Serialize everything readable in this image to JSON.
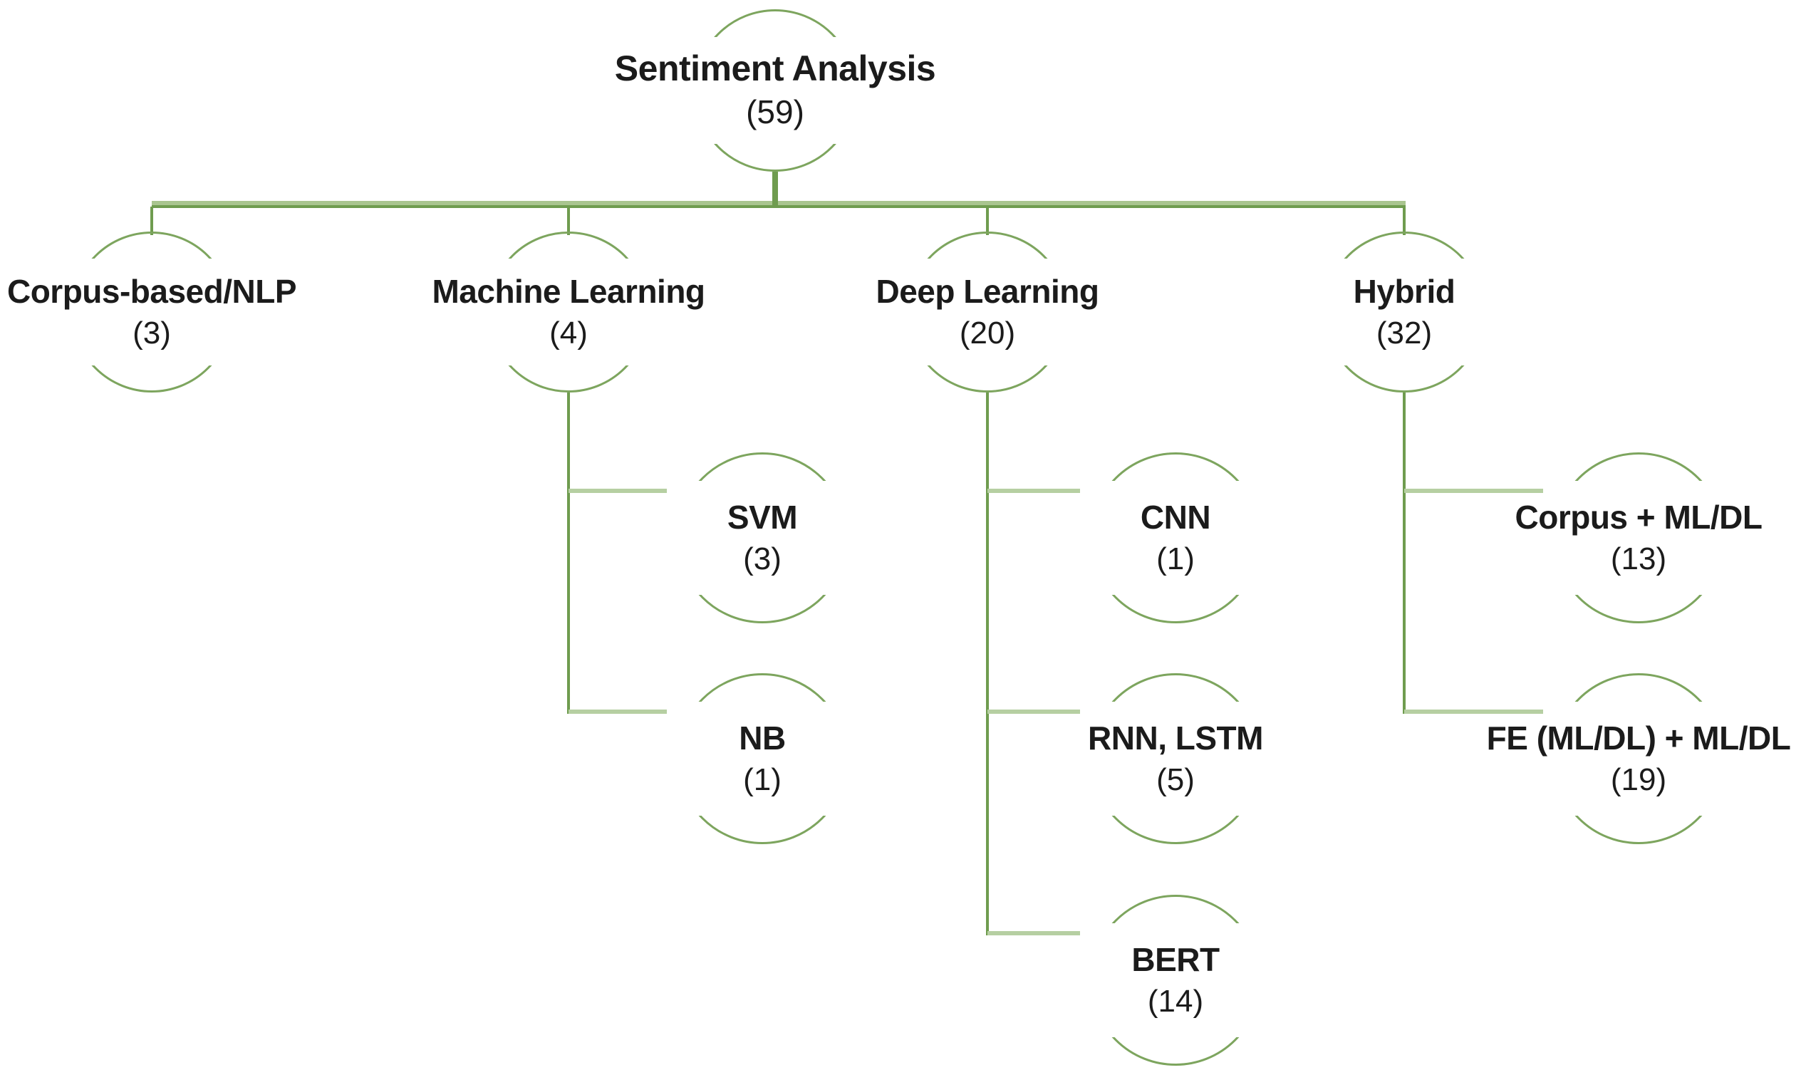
{
  "diagram": {
    "title": "Sentiment Analysis taxonomy tree",
    "type": "hierarchy-tree",
    "colors": {
      "background": "#ffffff",
      "connector_dark": "#6f9c4f",
      "connector_spine_light": "#a9c58f",
      "connector_branch_light": "#b6cfa2",
      "circle_outline": "#7da55e",
      "text": "#1b1b1b"
    },
    "nodes": [
      {
        "id": "sentiment-analysis",
        "label": "Sentiment Analysis",
        "count": "(59)",
        "parent": null
      },
      {
        "id": "corpus-based-nlp",
        "label": "Corpus-based/NLP",
        "count": "(3)",
        "parent": "sentiment-analysis"
      },
      {
        "id": "machine-learning",
        "label": "Machine Learning",
        "count": "(4)",
        "parent": "sentiment-analysis"
      },
      {
        "id": "deep-learning",
        "label": "Deep Learning",
        "count": "(20)",
        "parent": "sentiment-analysis"
      },
      {
        "id": "hybrid",
        "label": "Hybrid",
        "count": "(32)",
        "parent": "sentiment-analysis"
      },
      {
        "id": "svm",
        "label": "SVM",
        "count": "(3)",
        "parent": "machine-learning"
      },
      {
        "id": "nb",
        "label": "NB",
        "count": "(1)",
        "parent": "machine-learning"
      },
      {
        "id": "cnn",
        "label": "CNN",
        "count": "(1)",
        "parent": "deep-learning"
      },
      {
        "id": "rnn-lstm",
        "label": "RNN, LSTM",
        "count": "(5)",
        "parent": "deep-learning"
      },
      {
        "id": "bert",
        "label": "BERT",
        "count": "(14)",
        "parent": "deep-learning"
      },
      {
        "id": "corpus-ml-dl",
        "label": "Corpus + ML/DL",
        "count": "(13)",
        "parent": "hybrid"
      },
      {
        "id": "fe-ml-dl",
        "label": "FE (ML/DL) + ML/DL",
        "count": "(19)",
        "parent": "hybrid"
      }
    ]
  }
}
